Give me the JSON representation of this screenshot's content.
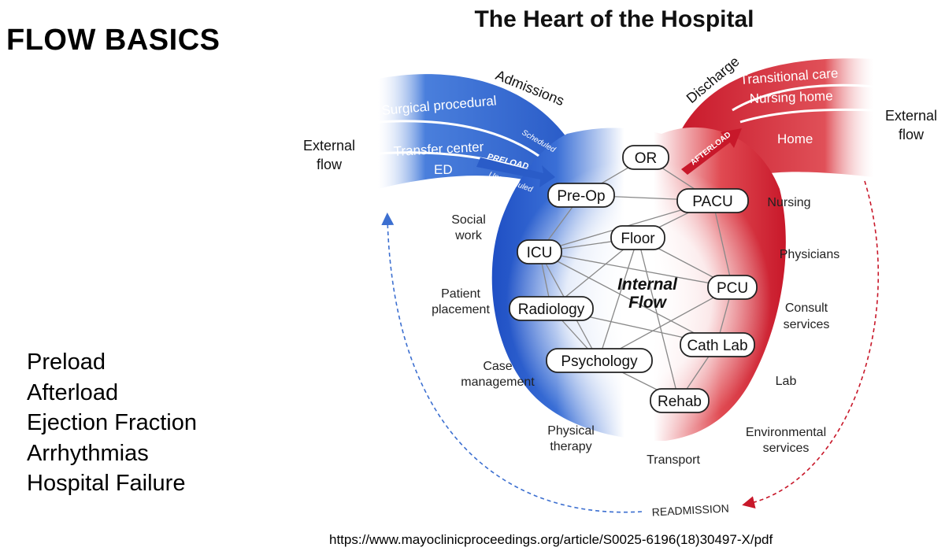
{
  "slide": {
    "title": "FLOW BASICS",
    "topics": [
      "Preload",
      "Afterload",
      "Ejection Fraction",
      "Arrhythmias",
      "Hospital Failure"
    ],
    "source_url": "https://www.mayoclinicproceedings.org/article/S0025-6196(18)30497-X/pdf"
  },
  "diagram": {
    "title": "The Heart of the Hospital",
    "external_flow_left": [
      "External",
      "flow"
    ],
    "external_flow_right": [
      "External",
      "flow"
    ],
    "admissions": "Admissions",
    "discharge": "Discharge",
    "inflow_streams": {
      "surgical": "Surgical procedural",
      "transfer": "Transfer center",
      "ed": "ED",
      "scheduled": "Scheduled",
      "unscheduled": "Unscheduled",
      "preload": "PRELOAD"
    },
    "outflow_streams": {
      "transitional": "Transitional care",
      "nursing_home": "Nursing home",
      "home": "Home",
      "afterload": "AFTERLOAD"
    },
    "internal_flow": [
      "Internal",
      "Flow"
    ],
    "nodes": {
      "or": "OR",
      "preop": "Pre-Op",
      "pacu": "PACU",
      "floor": "Floor",
      "icu": "ICU",
      "pcu": "PCU",
      "radiology": "Radiology",
      "cathlab": "Cath Lab",
      "psychology": "Psychology",
      "rehab": "Rehab"
    },
    "support_left": {
      "social_work": [
        "Social",
        "work"
      ],
      "patient_placement": [
        "Patient",
        "placement"
      ],
      "case_management": [
        "Case",
        "management"
      ],
      "physical_therapy": [
        "Physical",
        "therapy"
      ]
    },
    "support_bottom": {
      "transport": "Transport"
    },
    "support_right": {
      "nursing": "Nursing",
      "physicians": "Physicians",
      "consult": [
        "Consult",
        "services"
      ],
      "lab": "Lab",
      "environmental": [
        "Environmental",
        "services"
      ]
    },
    "readmission": "READMISSION",
    "colors": {
      "blue": "#2a5cc8",
      "red": "#d2232e",
      "text_blue": "#1e3f9a"
    }
  }
}
